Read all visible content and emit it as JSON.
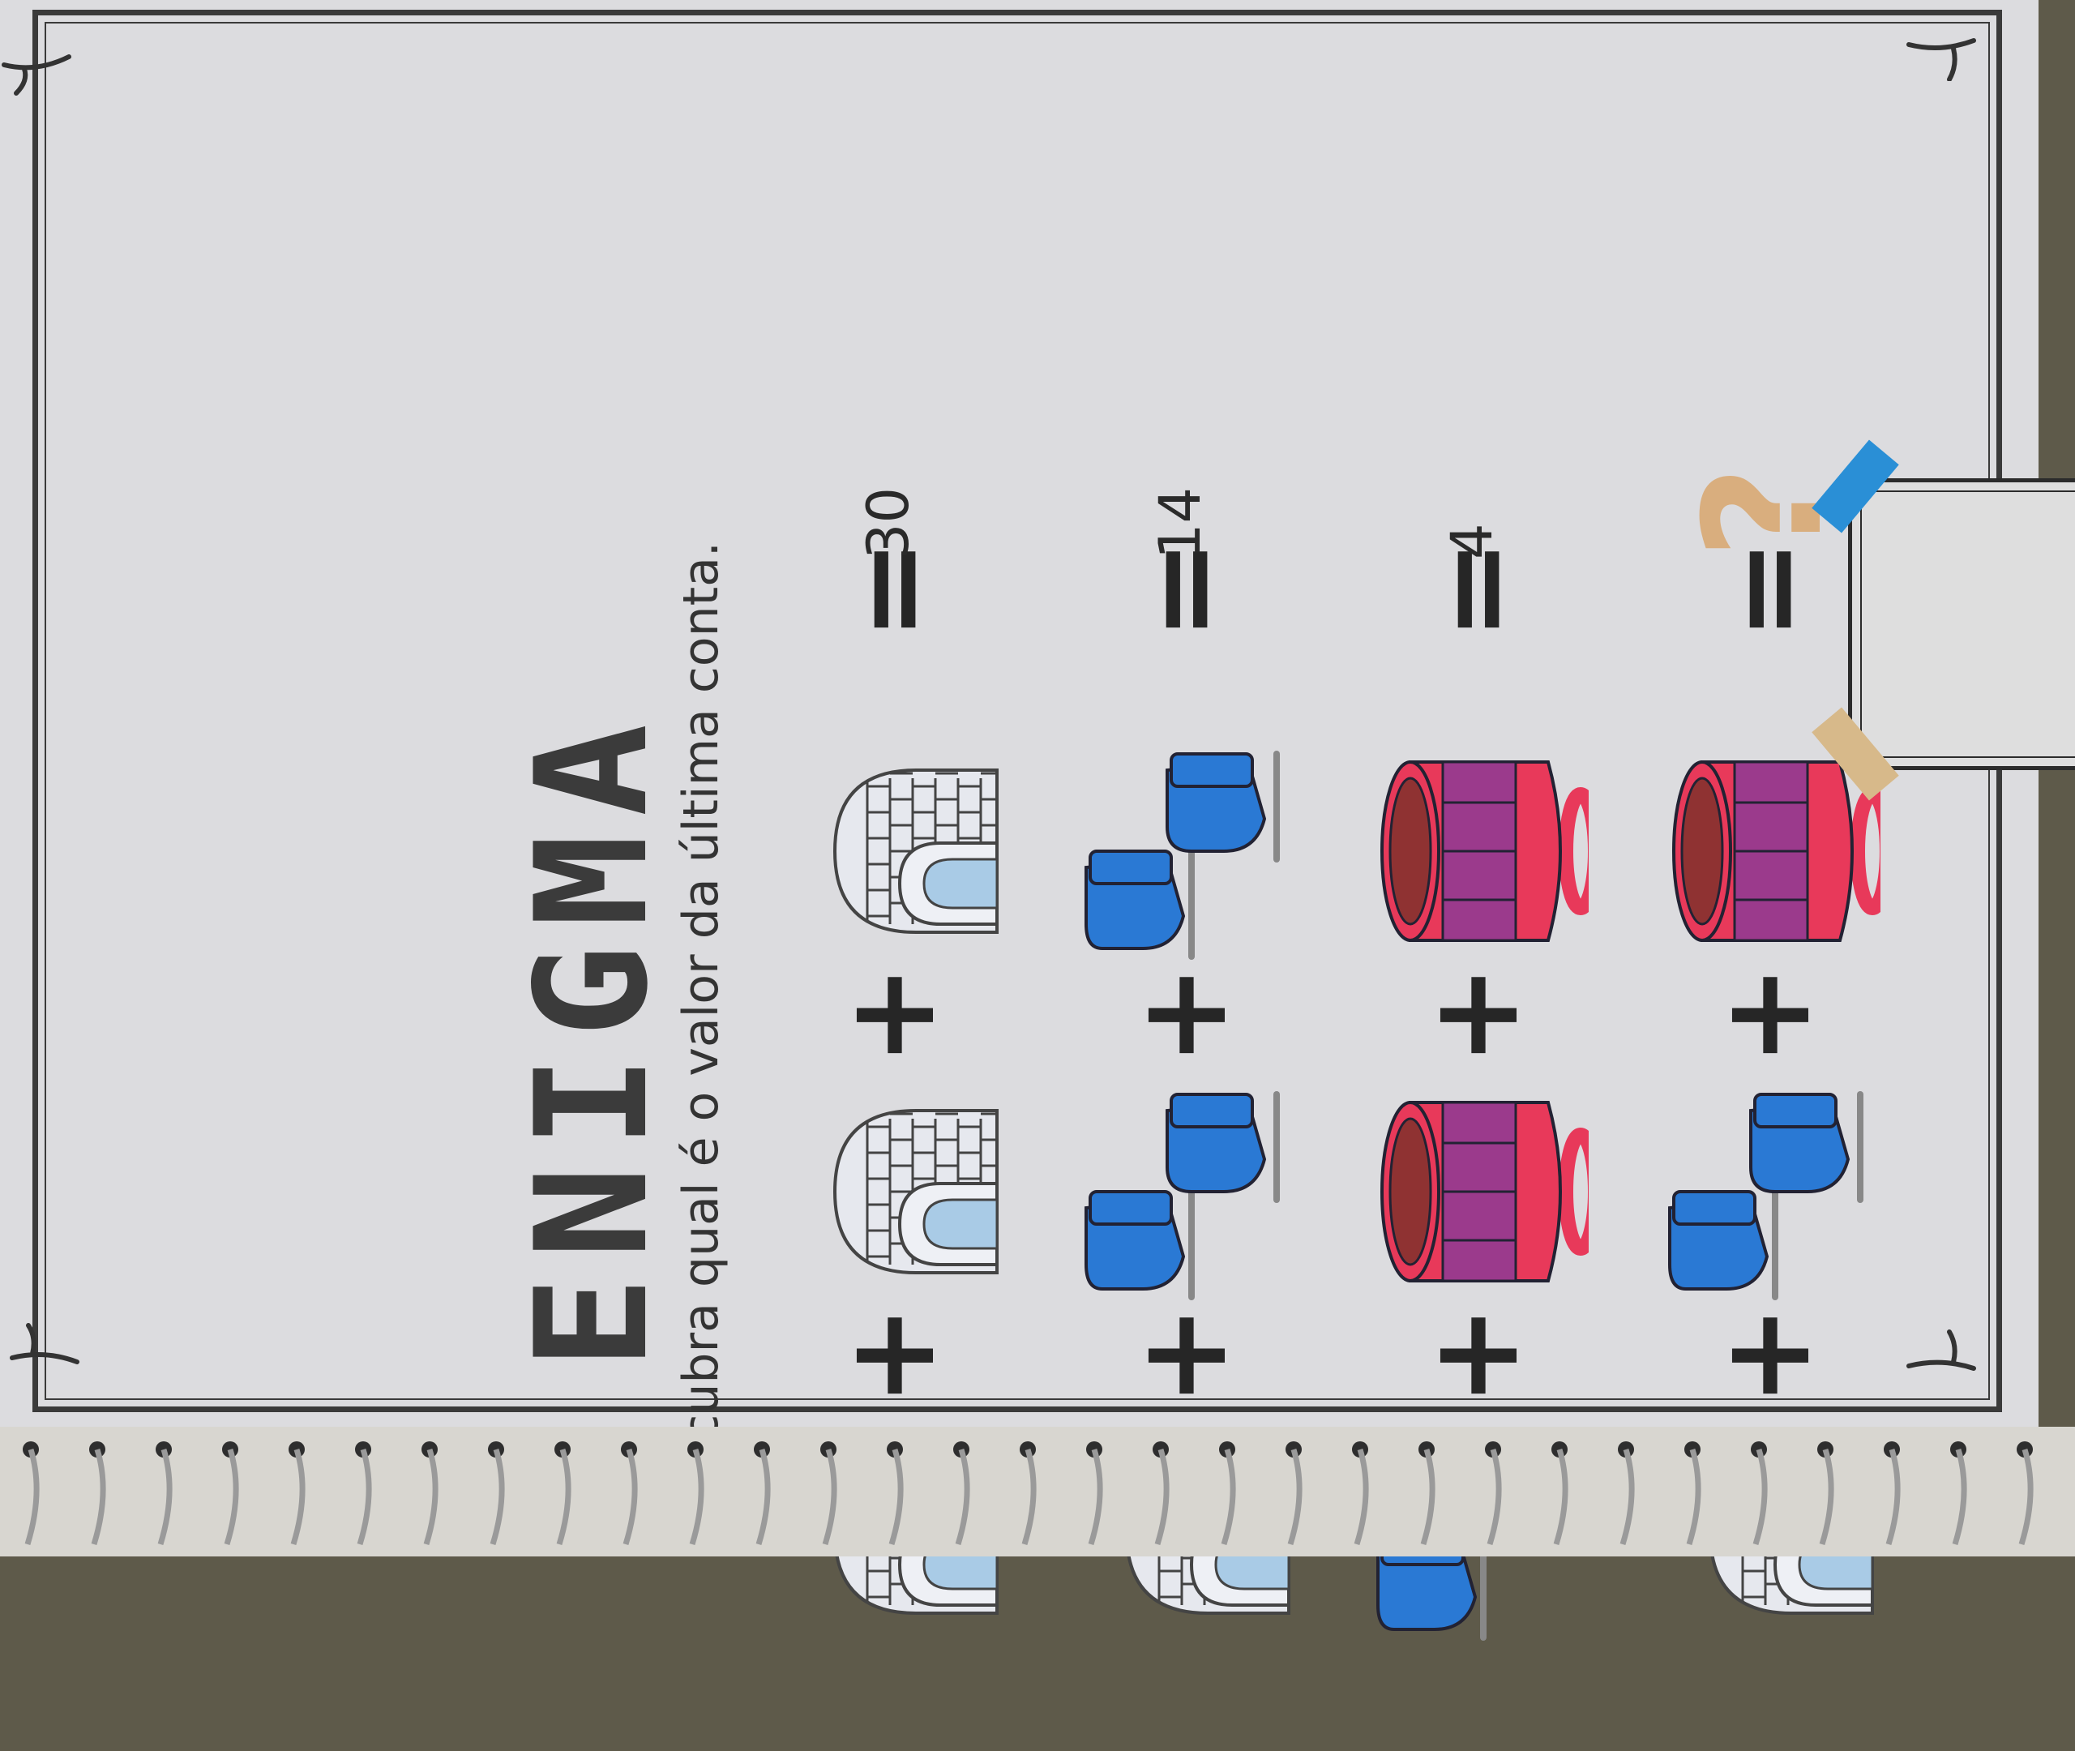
{
  "worksheet": {
    "title": "ENIGMA",
    "subtitle": "Descubra qual é o valor da última conta."
  },
  "operators": {
    "plus": "+",
    "equals": "="
  },
  "equations": [
    {
      "items": [
        "igloo-icon",
        "igloo-icon",
        "igloo-icon"
      ],
      "result": "30"
    },
    {
      "items": [
        "igloo-icon",
        "ice-skates-icon",
        "ice-skates-icon"
      ],
      "result": "14"
    },
    {
      "items": [
        "ice-skates-icon",
        "mug-icon",
        "mug-icon"
      ],
      "result": "4"
    },
    {
      "items": [
        "igloo-icon",
        "ice-skates-icon",
        "mug-icon"
      ],
      "result": "?"
    }
  ],
  "colors": {
    "skates": "#2a79d4",
    "mug": "#e8395a",
    "mug_stripe": "#9b3a8c",
    "igloo": "#e6e8ee",
    "tape_tan": "#d7b98a",
    "tape_blue": "#2a8fd6"
  }
}
